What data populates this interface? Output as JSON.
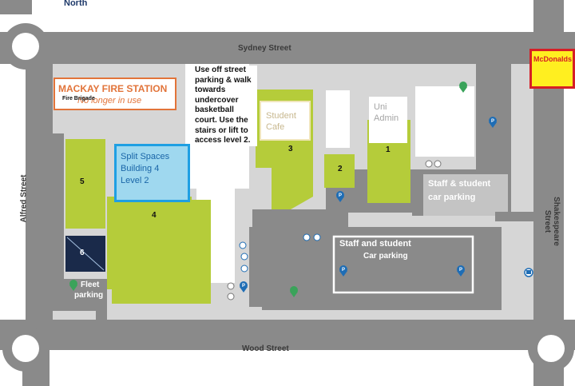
{
  "compass": {
    "north": "North"
  },
  "streets": {
    "north": "Sydney Street",
    "south": "Wood Street",
    "west": "Alfred Street",
    "east": "Shakespeare Street"
  },
  "fire_station": {
    "title": "MACKAY FIRE STATION",
    "subtitle": "No longer in use",
    "brigade": "Fire Brigade"
  },
  "split_spaces": {
    "line1": "Split Spaces",
    "line2": "Building 4",
    "line3": "Level 2"
  },
  "instructions": "Use off street parking & walk towards undercover basketball court.  Use the stairs or lift to access level 2.",
  "mcdonalds": "McDonalds",
  "student_cafe": {
    "line1": "Student",
    "line2": "Cafe"
  },
  "uni_admin": {
    "line1": "Uni",
    "line2": "Admin"
  },
  "buildings": [
    "1",
    "2",
    "3",
    "4",
    "5",
    "6"
  ],
  "parking": {
    "east_line1": "Staff & student",
    "east_line2": "car parking",
    "south_line1": "Staff and student",
    "south_line2": "Car parking",
    "fleet_line1": "Fleet",
    "fleet_line2": "parking"
  },
  "icons": {
    "parking": "parking-pin-icon",
    "accessible": "accessible-aa-icon",
    "bus": "bus-stop-icon",
    "bike": "bicycle-icon"
  },
  "colors": {
    "road": "#8a8a8a",
    "campus_path": "#d6d6d6",
    "building": "#b5cc3a",
    "parking_lot": "#8c8c8c",
    "fire_orange": "#e2743a",
    "split_blue": "#1f9fe3",
    "mcd_red": "#d61f26",
    "mcd_yellow": "#ffef20",
    "pin_blue": "#1e6db5",
    "aa_green": "#3aa35a"
  }
}
